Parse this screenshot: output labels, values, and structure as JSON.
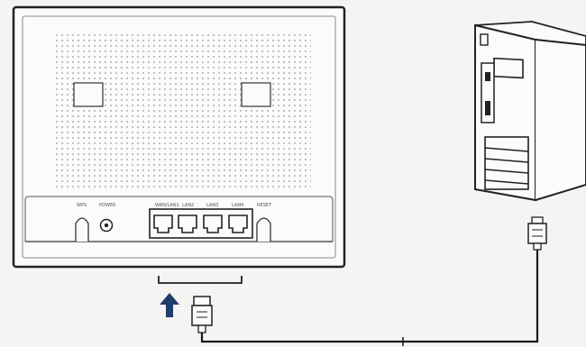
{
  "router": {
    "ports": [
      {
        "id": "wps",
        "label": "WPS"
      },
      {
        "id": "power",
        "label": "POWER"
      },
      {
        "id": "wan-lan1",
        "label": "WAN/LAN1"
      },
      {
        "id": "lan2",
        "label": "LAN2"
      },
      {
        "id": "lan3",
        "label": "LAN3"
      },
      {
        "id": "lan4",
        "label": "LAN4"
      },
      {
        "id": "reset",
        "label": "RESET"
      }
    ]
  },
  "colors": {
    "line": "#1a1a1a",
    "arrow": "#1f3d6b",
    "background": "#f4f4f2"
  },
  "icons": [
    "up-arrow-icon",
    "ethernet-plug-icon"
  ]
}
